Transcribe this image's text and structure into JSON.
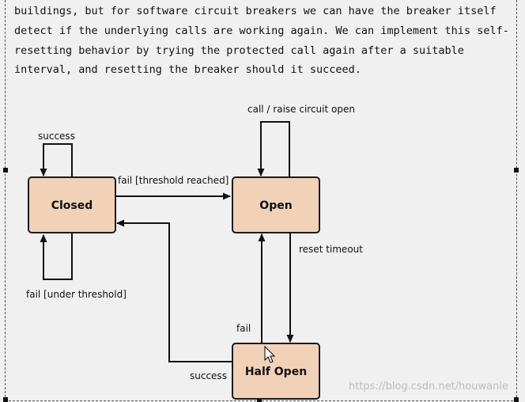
{
  "article": {
    "paragraph_lines": [
      "buildings, but for software circuit breakers we can have the breaker itself",
      "detect if the underlying calls are working again. We can implement this self-",
      "resetting behavior by trying the protected call again after a suitable",
      "interval, and resetting the breaker should it succeed."
    ]
  },
  "diagram": {
    "states": {
      "closed": "Closed",
      "open": "Open",
      "half_open": "Half Open"
    },
    "transitions": {
      "closed_success_loop": "success",
      "closed_fail_loop": "fail [under threshold]",
      "closed_to_open": "fail [threshold reached]",
      "open_loop": "call / raise circuit open",
      "open_to_half_open": "reset timeout",
      "half_open_to_open": "fail",
      "half_open_to_closed": "success"
    }
  },
  "watermark": "https://blog.csdn.net/houwanle",
  "colors": {
    "state_fill": "#f1d2b8",
    "background": "#f0f0f0",
    "watermark": "#bdbdbd"
  }
}
